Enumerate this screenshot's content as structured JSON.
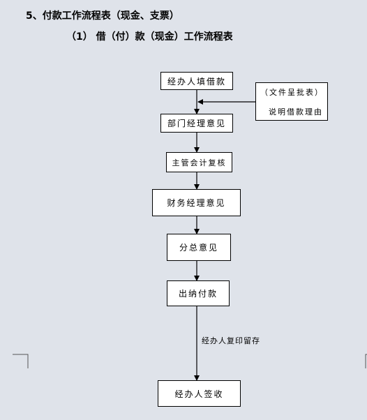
{
  "header": {
    "title": "5、付款工作流程表（现金、支票）",
    "subtitle": "（1）  借（付）款（现金）工作流程表"
  },
  "flow": {
    "steps": [
      "经办人填借款",
      "部门经理意见",
      "主管会计复核",
      "财务经理意见",
      "分总意见",
      "出纳付款",
      "经办人签收"
    ],
    "side_note": {
      "line1": "（文件呈批表）",
      "line2": "说明借款理由"
    },
    "annotation": "经办人复印留存"
  }
}
